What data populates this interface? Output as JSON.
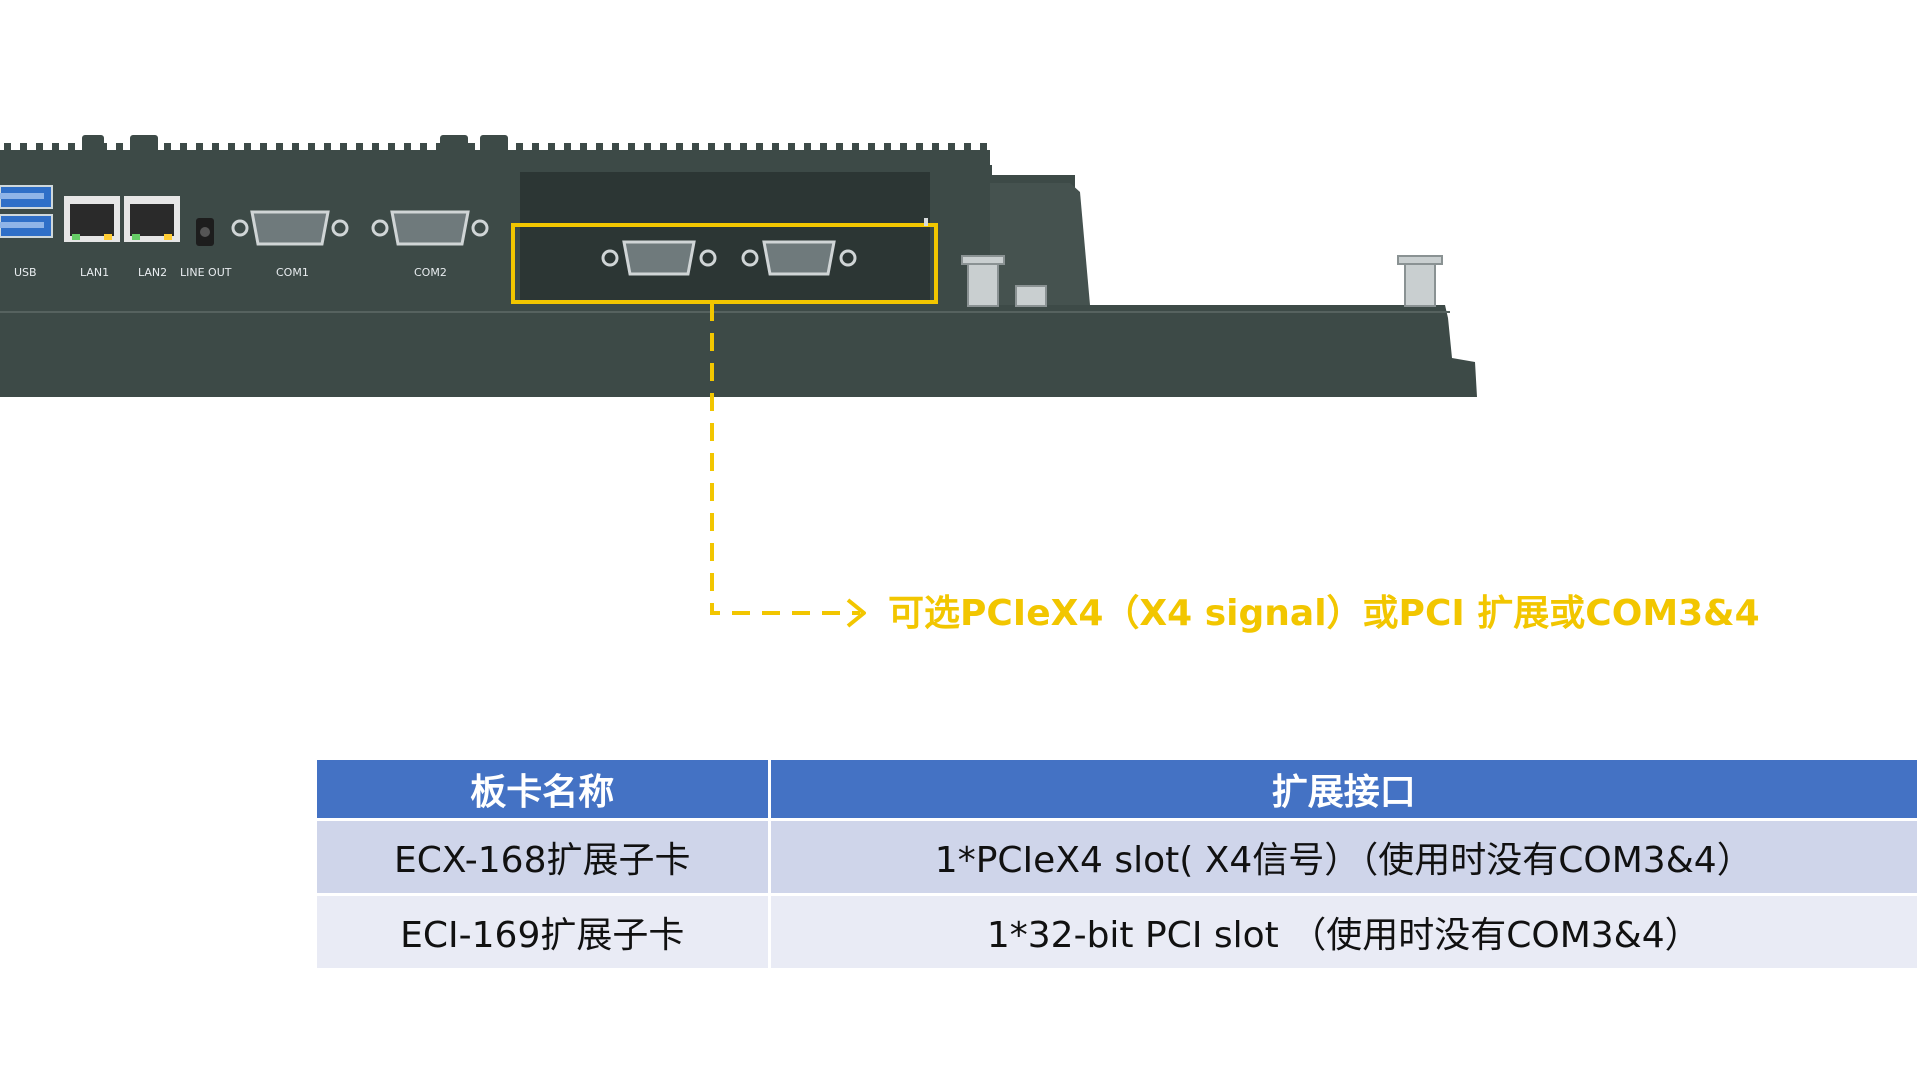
{
  "device": {
    "port_labels": {
      "usb": "USB",
      "lan1": "LAN1",
      "lan2": "LAN2",
      "line_out": "LINE OUT",
      "com1": "COM1",
      "com2": "COM2"
    },
    "body_color": "#3d4a47",
    "highlight_color": "#f2c600"
  },
  "callout": {
    "text": "可选PCIeX4（X4 signal）或PCI 扩展或COM3&4"
  },
  "table": {
    "headers": [
      "板卡名称",
      "扩展接口"
    ],
    "rows": [
      {
        "name": "ECX-168扩展子卡",
        "interface": "1*PCIeX4 slot( X4信号）（使用时没有COM3&4）"
      },
      {
        "name": "ECI-169扩展子卡",
        "interface": "1*32-bit PCI slot （使用时没有COM3&4）"
      }
    ],
    "header_color": "#4472c4",
    "row_colors": [
      "#cfd5ea",
      "#e9ebf5"
    ]
  }
}
